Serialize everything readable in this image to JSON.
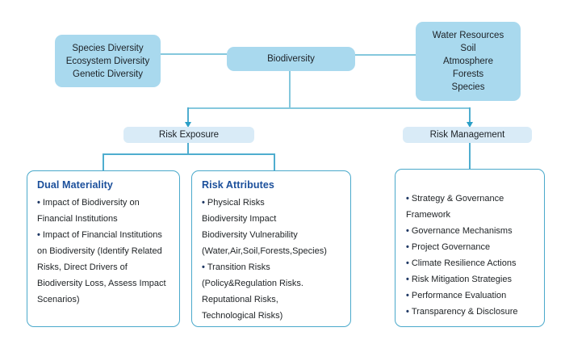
{
  "glyphs": {
    "bullet": "•"
  },
  "colors": {
    "box-fill": "#a9d9ee",
    "mid-box-fill": "#d9ebf7",
    "line-light": "#85c8dd",
    "line-teal": "#4fadcf",
    "arrow": "#2a9fc7",
    "panel-border": "#4aa9cb",
    "title-text": "#1b4f9b",
    "bullet-color": "#1f3864",
    "body-text": "#212528"
  },
  "nodes": {
    "diversity_types": {
      "lines": [
        "Species Diversity",
        "Ecosystem Diversity",
        "Genetic Diversity"
      ]
    },
    "biodiversity": {
      "label": "Biodiversity"
    },
    "natural_resources": {
      "lines": [
        "Water Resources",
        "Soil",
        "Atmosphere",
        "Forests",
        "Species"
      ]
    },
    "risk_exposure": {
      "label": "Risk Exposure"
    },
    "risk_management": {
      "label": "Risk Management"
    }
  },
  "panels": {
    "dual_materiality": {
      "title": "Dual Materiality",
      "items": [
        {
          "bullet": true,
          "text": "Impact of Biodiversity on Financial Institutions"
        },
        {
          "bullet": true,
          "text": "Impact of Financial Institutions on Biodiversity (Identify Related Risks, Direct Drivers of Biodiversity Loss, Assess Impact Scenarios)"
        }
      ]
    },
    "risk_attributes": {
      "title": "Risk Attributes",
      "items": [
        {
          "bullet": true,
          "text": "Physical Risks"
        },
        {
          "bullet": false,
          "text": "Biodiversity Impact"
        },
        {
          "bullet": false,
          "text": "Biodiversity Vulnerability"
        },
        {
          "bullet": false,
          "text": "(Water,Air,Soil,Forests,Species)"
        },
        {
          "bullet": true,
          "text": "Transition Risks"
        },
        {
          "bullet": false,
          "text": "(Policy&Regulation Risks."
        },
        {
          "bullet": false,
          "text": "Reputational Risks,"
        },
        {
          "bullet": false,
          "text": "Technological Risks)"
        }
      ]
    },
    "risk_management_actions": {
      "items": [
        {
          "bullet": true,
          "text": "Strategy & Governance Framework"
        },
        {
          "bullet": true,
          "text": "Governance Mechanisms"
        },
        {
          "bullet": true,
          "text": "Project Governance"
        },
        {
          "bullet": true,
          "text": "Climate Resilience Actions"
        },
        {
          "bullet": true,
          "text": "Risk Mitigation Strategies"
        },
        {
          "bullet": true,
          "text": "Performance Evaluation"
        },
        {
          "bullet": true,
          "text": "Transparency & Disclosure"
        }
      ]
    }
  }
}
